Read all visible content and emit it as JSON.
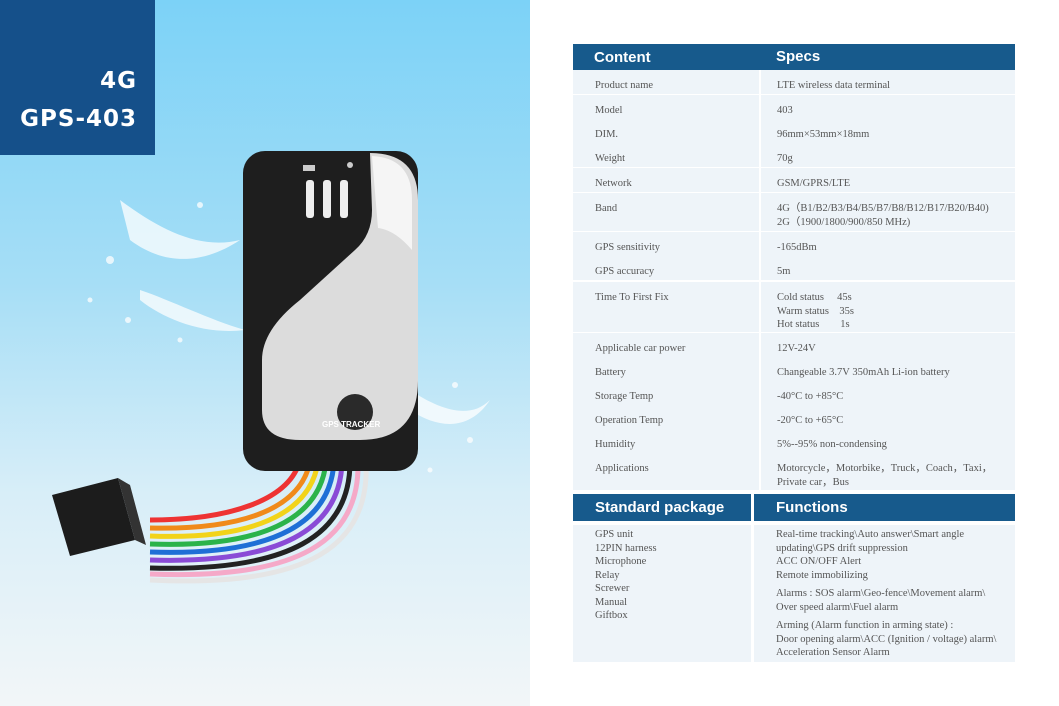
{
  "badge": {
    "network": "4G",
    "model": "GPS-403"
  },
  "device": {
    "logo_text": "GPS TRACKER"
  },
  "specs_table": {
    "header_left": "Content",
    "header_right": "Specs",
    "rows": [
      {
        "k": "Product name",
        "v": [
          "LTE wireless data terminal"
        ]
      },
      {
        "k": "Model",
        "v": [
          "403"
        ]
      },
      {
        "k": "DIM.",
        "v": [
          "96mm×53mm×18mm"
        ]
      },
      {
        "k": "Weight",
        "v": [
          "70g"
        ]
      },
      {
        "k": "Network",
        "v": [
          "GSM/GPRS/LTE"
        ]
      },
      {
        "k": "Band",
        "v": [
          "4G（B1/B2/B3/B4/B5/B7/B8/B12/B17/B20/B40)",
          "2G（1900/1800/900/850 MHz)"
        ]
      },
      {
        "k": "GPS sensitivity",
        "v": [
          "-165dBm"
        ]
      },
      {
        "k": "GPS accuracy",
        "v": [
          "5m"
        ]
      },
      {
        "k": "Time To First Fix",
        "v": [
          "Cold status　 45s",
          "Warm status　35s",
          "Hot status　　1s"
        ]
      },
      {
        "k": "Applicable car power",
        "v": [
          "12V-24V"
        ]
      },
      {
        "k": "Battery",
        "v": [
          "Changeable 3.7V 350mAh Li-ion battery"
        ]
      },
      {
        "k": "Storage Temp",
        "v": [
          "-40°C to +85°C"
        ]
      },
      {
        "k": "Operation Temp",
        "v": [
          "-20°C to +65°C"
        ]
      },
      {
        "k": "Humidity",
        "v": [
          "5%--95% non-condensing"
        ]
      },
      {
        "k": "Applications",
        "v": [
          "Motorcycle，Motorbike，Truck，Coach，Taxi，",
          "Private car，Bus"
        ]
      }
    ]
  },
  "package_table": {
    "header_left": "Standard package",
    "header_right": "Functions",
    "package_items": [
      "GPS unit",
      "12PIN harness",
      "Microphone",
      "Relay",
      "Screwer",
      "Manual",
      "Giftbox"
    ],
    "function_lines": [
      "Real-time tracking\\Auto answer\\Smart angle",
      "updating\\GPS drift suppression",
      "ACC ON/OFF Alert",
      "Remote immobilizing",
      "",
      "Alarms : SOS alarm\\Geo-fence\\Movement alarm\\",
      "Over speed alarm\\Fuel alarm",
      "",
      "Arming (Alarm function in arming state) :",
      "Door opening alarm\\ACC (Ignition / voltage) alarm\\",
      "Acceleration Sensor Alarm"
    ]
  }
}
